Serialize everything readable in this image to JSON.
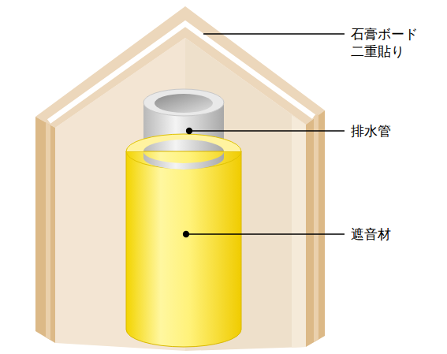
{
  "diagram": {
    "labels": [
      "石膏ボード 二重貼り",
      "排水管",
      "遮音材"
    ]
  }
}
